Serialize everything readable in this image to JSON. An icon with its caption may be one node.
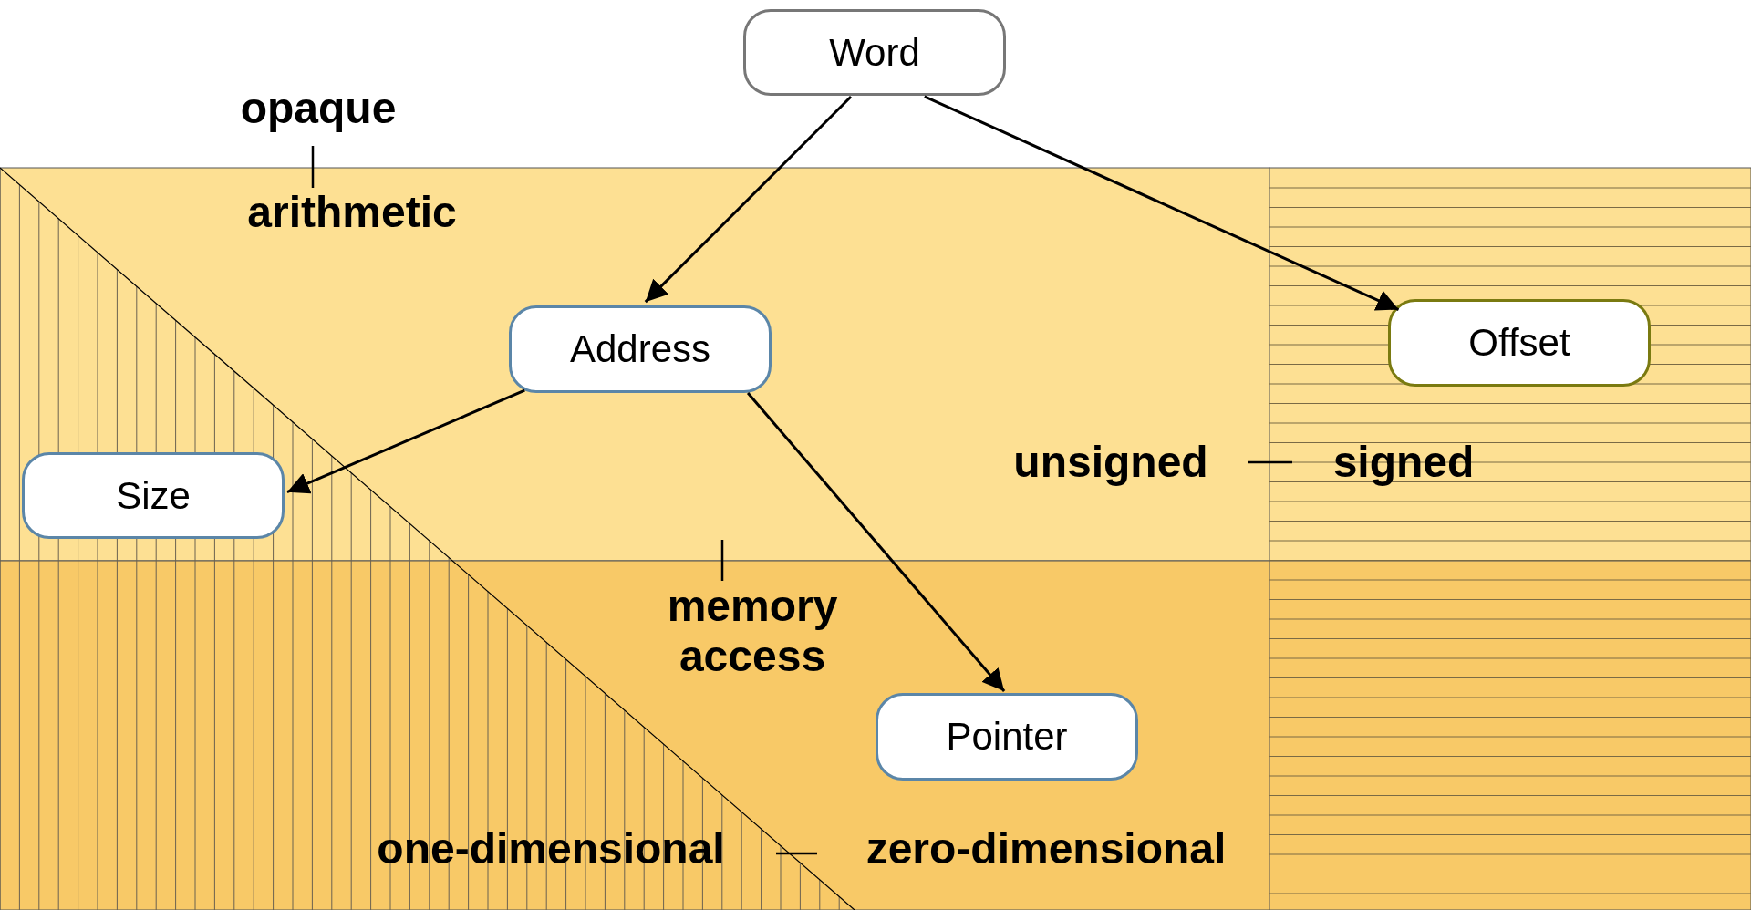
{
  "diagram": {
    "nodes": [
      {
        "text": [
          "Word"
        ]
      },
      {
        "text": [
          "Address"
        ]
      },
      {
        "text": [
          "Offset"
        ]
      },
      {
        "text": [
          "Size"
        ]
      },
      {
        "text": [
          "Pointer"
        ]
      }
    ],
    "edges": [
      {
        "from": 0,
        "to": 1,
        "arrow": "to"
      },
      {
        "from": 0,
        "to": 2,
        "arrow": "to"
      },
      {
        "from": 1,
        "to": 3,
        "arrow": "to"
      },
      {
        "from": 1,
        "to": 4,
        "arrow": "to"
      }
    ],
    "labels": [
      "opaque",
      "arithmetic",
      "unsigned",
      "signed",
      "memory access",
      "one-dimensional",
      "zero-dimensional"
    ]
  }
}
